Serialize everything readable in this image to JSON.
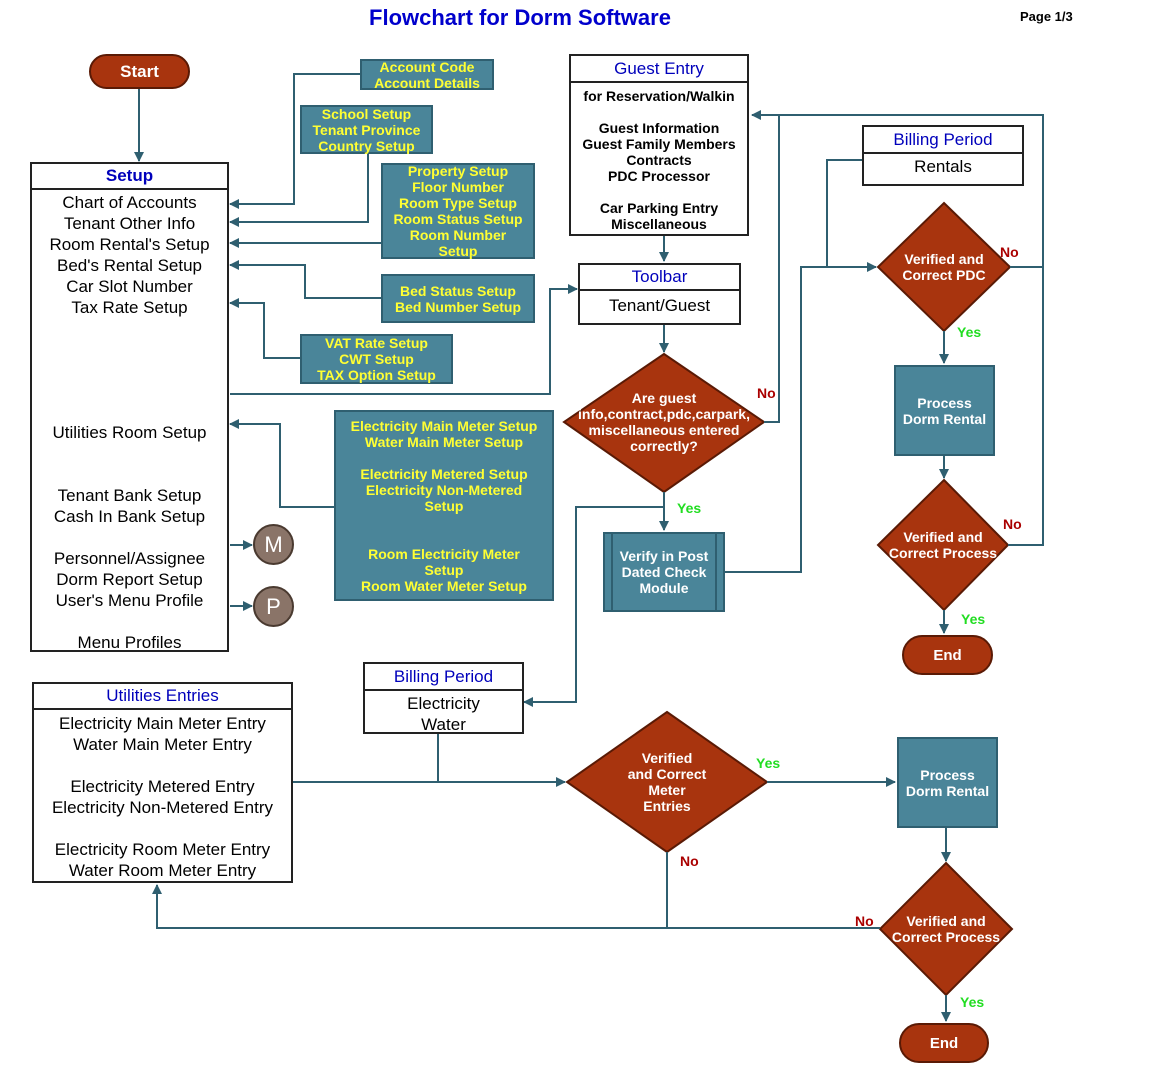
{
  "title": "Flowchart for Dorm Software",
  "page": "Page 1/3",
  "start": "Start",
  "setup": {
    "header": "Setup",
    "items": [
      "Chart of Accounts",
      "Tenant Other Info",
      "Room Rental's Setup",
      "Bed's Rental Setup",
      "Car Slot Number",
      "Tax Rate Setup"
    ],
    "utilities": "Utilities Room Setup",
    "bank": "Tenant Bank Setup\nCash In Bank Setup",
    "personnel": "Personnel/Assignee\nDorm Report Setup\nUser's Menu Profile",
    "menu": "Menu Profiles"
  },
  "teal_boxes": {
    "account": "Account Code\nAccount Details",
    "school": "School Setup\nTenant Province\nCountry Setup",
    "property": "Property Setup\nFloor Number\nRoom Type Setup\nRoom Status Setup\nRoom Number\nSetup",
    "bed": "Bed Status Setup\nBed Number Setup",
    "vat": "VAT Rate Setup\nCWT Setup\nTAX Option Setup",
    "electricity": "Electricity Main Meter Setup\nWater Main Meter Setup\n\nElectricity Metered Setup\nElectricity Non-Metered\nSetup\n\n\nRoom Electricity Meter\nSetup\nRoom Water Meter Setup"
  },
  "connectors": {
    "m": "M",
    "p": "P"
  },
  "guest_entry": {
    "header": "Guest Entry",
    "line1": "for Reservation/Walkin",
    "group1": "Guest Information\nGuest Family Members\nContracts\nPDC Processor",
    "group2": "Car Parking Entry\nMiscellaneous"
  },
  "toolbar": {
    "header": "Toolbar",
    "body": "Tenant/Guest"
  },
  "billing_rentals": {
    "header": "Billing Period",
    "body": "Rentals"
  },
  "billing_elec": {
    "header": "Billing Period",
    "body": "Electricity\nWater"
  },
  "utilities_entries": {
    "header": "Utilities Entries",
    "body": "Electricity Main Meter Entry\nWater Main Meter Entry\n\nElectricity Metered Entry\nElectricity Non-Metered Entry\n\nElectricity Room Meter Entry\nWater Room Meter Entry"
  },
  "decisions": {
    "guest": "Are guest\ninfo,contract,pdc,carpark,\nmiscellaneous entered\ncorrectly?",
    "pdc": "Verified and\nCorrect PDC",
    "process1": "Verified and\nCorrect Process",
    "meter": "Verified\nand Correct\nMeter\nEntries",
    "process2": "Verified and\nCorrect Process"
  },
  "process": {
    "verify_pdc": "Verify in Post\nDated Check\nModule",
    "dorm1": "Process\nDorm Rental",
    "dorm2": "Process\nDorm Rental"
  },
  "end1": "End",
  "end2": "End",
  "labels": {
    "yes": "Yes",
    "no": "No"
  },
  "colors": {
    "teal": "#4a8599",
    "decision": "#a8340e",
    "line": "#2f5f70",
    "title": "#0000cc"
  }
}
